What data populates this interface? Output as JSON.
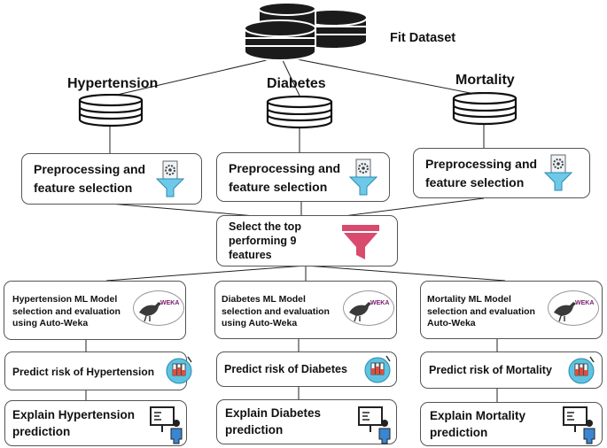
{
  "dataset": {
    "label": "Fit Dataset"
  },
  "branches": [
    {
      "name": "Hypertension",
      "preprocessing": [
        "Preprocessing and",
        "feature selection"
      ],
      "model": [
        "Hypertension ML Model",
        "selection and evaluation",
        "using Auto-Weka"
      ],
      "predict": "Predict risk of Hypertension",
      "explain": [
        "Explain Hypertension",
        "prediction"
      ]
    },
    {
      "name": "Diabetes",
      "preprocessing": [
        "Preprocessing and",
        "feature selection"
      ],
      "model": [
        "Diabetes ML Model",
        "selection and evaluation",
        "using Auto-Weka"
      ],
      "predict": "Predict risk of Diabetes",
      "explain": [
        "Explain Diabetes",
        "prediction"
      ]
    },
    {
      "name": "Mortality",
      "preprocessing": [
        "Preprocessing and",
        "feature selection"
      ],
      "model": [
        "Mortality ML Model",
        "selection and evaluation",
        "Auto-Weka"
      ],
      "predict": "Predict risk of Mortality",
      "explain": [
        "Explain Mortality",
        "prediction"
      ]
    }
  ],
  "select": [
    "Select the top",
    "performing 9",
    "features"
  ],
  "icons": {
    "database": "database-stack-icon",
    "cylinder": "database-icon",
    "preprocess": "gear-funnel-icon",
    "select": "funnel-icon",
    "weka": "weka-logo",
    "predict": "test-tubes-icon",
    "explain": "presenter-icon"
  },
  "colors": {
    "funnel": "#d94a6e",
    "weka": "#7a1b6e",
    "accent_blue": "#2a7fd4"
  }
}
